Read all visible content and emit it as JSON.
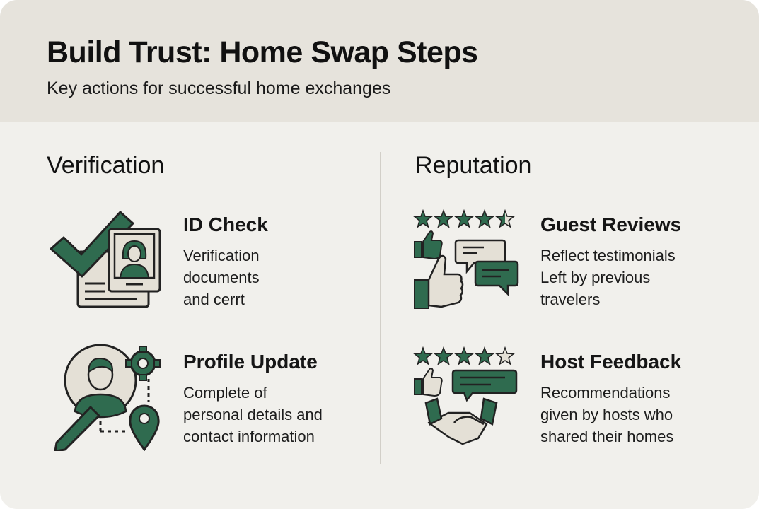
{
  "header": {
    "title": "Build Trust: Home Swap Steps",
    "subtitle": "Key actions for successful home exchanges"
  },
  "colors": {
    "header_bg": "#e6e3dc",
    "body_bg": "#f1f0ec",
    "accent_green": "#2f6b4f",
    "icon_fill_light": "#e4e0d6",
    "text": "#111111"
  },
  "sections": [
    {
      "title": "Verification",
      "items": [
        {
          "title": "ID Check",
          "description": "Verification\ndocuments\nand cerrt",
          "icon": "id-check-icon"
        },
        {
          "title": "Profile Update",
          "description": "Complete of\npersonal details and\ncontact information",
          "icon": "profile-update-icon"
        }
      ]
    },
    {
      "title": "Reputation",
      "items": [
        {
          "title": "Guest Reviews",
          "description": "Reflect testimonials\nLeft by previous\ntravelers",
          "icon": "guest-reviews-icon",
          "rating": 4.5
        },
        {
          "title": "Host Feedback",
          "description": "Recommendations\ngiven by hosts who\nshared their homes",
          "icon": "host-feedback-icon",
          "rating": 4
        }
      ]
    }
  ]
}
